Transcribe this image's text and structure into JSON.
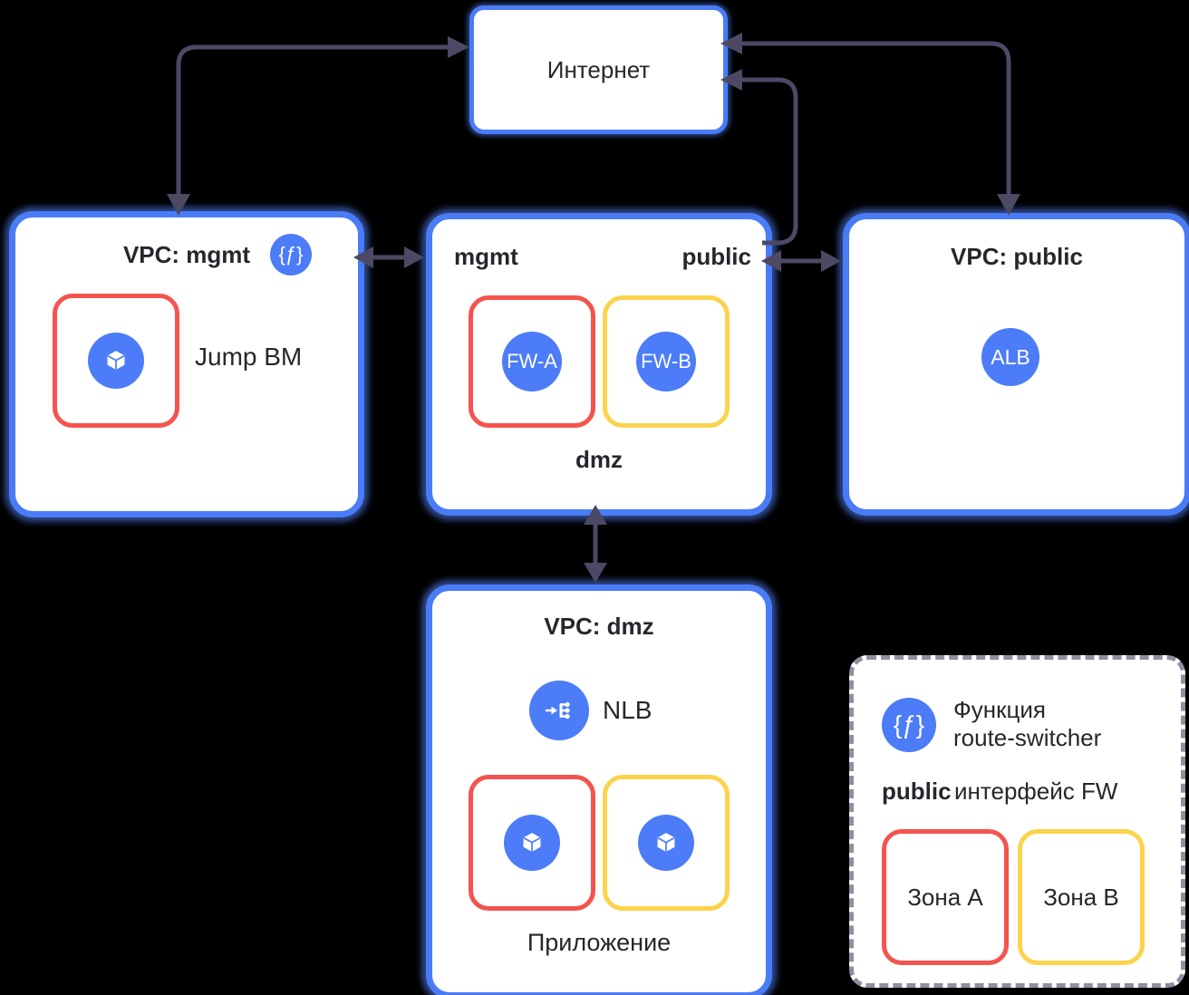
{
  "colors": {
    "background": "#000000",
    "box_border_blue": "#4a7cf8",
    "node_blue": "#4c7cf7",
    "zone_a_red": "#f4544e",
    "zone_b_yellow": "#fbd34c",
    "arrow": "#4d4864",
    "text": "#26262c",
    "legend_border": "#8f8fa0"
  },
  "internet": {
    "label": "Интернет"
  },
  "vpc_mgmt": {
    "title": "VPC: mgmt",
    "vm_label": "Jump BM"
  },
  "fw_block": {
    "subnet_left": "mgmt",
    "subnet_right": "public",
    "fw_a": "FW-A",
    "fw_b": "FW-B",
    "subnet_bottom": "dmz"
  },
  "vpc_public": {
    "title": "VPC: public",
    "alb": "ALB"
  },
  "vpc_dmz": {
    "title": "VPC: dmz",
    "nlb": "NLB",
    "app_label": "Приложение"
  },
  "legend": {
    "function_line1": "Функция",
    "function_line2": "route-switcher",
    "public_word": "public",
    "interface_text": "интерфейс FW",
    "zone_a": "Зона A",
    "zone_b": "Зона B"
  },
  "icons": {
    "function_glyph": "{ƒ}"
  }
}
